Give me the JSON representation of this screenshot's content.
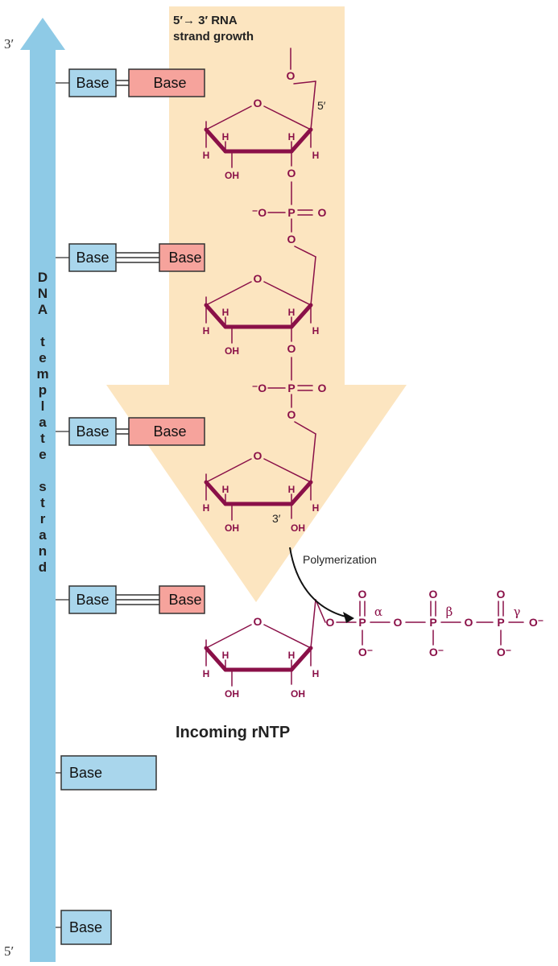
{
  "colors": {
    "dna_strand": "#8ecae6",
    "big_arrow": "#fce5c0",
    "dna_base": "#a9d6ec",
    "rna_base": "#f6a39c",
    "chem": "#8a1048"
  },
  "labels": {
    "growth_title_line1": "5′→ 3′ RNA",
    "growth_title_line2": "strand growth",
    "prime_top": "3′",
    "prime_bottom": "5′",
    "dna_vertical": "DNA template strand",
    "polymerization": "Polymerization",
    "incoming": "Incoming rNTP",
    "five_prime": "5′",
    "three_prime": "3′",
    "alpha": "α",
    "beta": "β",
    "gamma": "γ"
  },
  "base_text": "Base",
  "pairs": [
    {
      "dna": "Base",
      "rna": "Base",
      "bonds": 2
    },
    {
      "dna": "Base",
      "rna": "Base",
      "bonds": 3
    },
    {
      "dna": "Base",
      "rna": "Base",
      "bonds": 2
    },
    {
      "dna": "Base",
      "rna": "Base",
      "bonds": 3
    }
  ],
  "unpaired": [
    "Base",
    "Base"
  ],
  "chem": {
    "O": "O",
    "H": "H",
    "OH": "OH",
    "P": "P",
    "O_minus": "O⁻",
    "minus_O": "⁻O",
    "equals_O": "O"
  },
  "icons": [
    "curved-arrow-icon"
  ]
}
